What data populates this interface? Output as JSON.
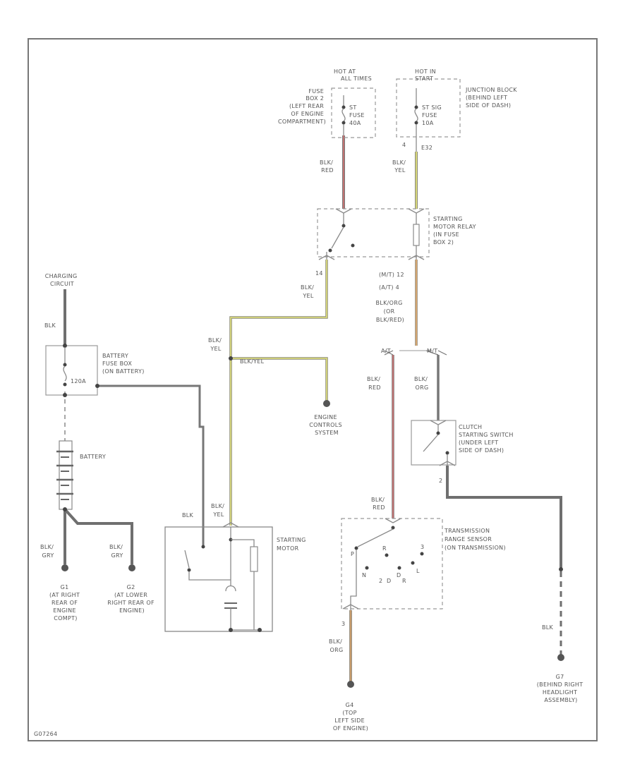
{
  "colors": {
    "wire_black": "#6f6f6f",
    "wire_red_stripe": "#e07070",
    "wire_yellow_stripe": "#e2e27a",
    "wire_orange_stripe": "#e8b070"
  },
  "labels": {
    "hot_at_all_times": [
      "HOT AT",
      "ALL TIMES"
    ],
    "fuse_box2": [
      "FUSE",
      "BOX 2",
      "(LEFT REAR",
      "OF ENGINE",
      "COMPARTMENT)"
    ],
    "fuse_st_40a": [
      "ST",
      "FUSE",
      "40A"
    ],
    "hot_in_start": [
      "HOT IN",
      "START"
    ],
    "junction_block": [
      "JUNCTION BLOCK",
      "(BEHIND LEFT",
      "SIDE OF DASH)"
    ],
    "fuse_st_sig_10a": [
      "ST SIG",
      "FUSE",
      "10A"
    ],
    "pin_4": "4",
    "pin_e32": "E32",
    "wire_blk_red_1": [
      "BLK/",
      "RED"
    ],
    "wire_blk_yel_1": [
      "BLK/",
      "YEL"
    ],
    "starting_motor_relay": [
      "STARTING",
      "MOTOR RELAY",
      "(IN FUSE",
      "BOX 2)"
    ],
    "pin_14": "14",
    "wire_blk_yel_2": [
      "BLK/",
      "YEL"
    ],
    "mt_at": [
      "(M/T) 12",
      "(A/T)  4"
    ],
    "wire_blk_org": [
      "BLK/ORG",
      "(OR",
      "BLK/RED)"
    ],
    "charging_circuit": [
      "CHARGING",
      "CIRCUIT"
    ],
    "wire_blk_1": "BLK",
    "battery_fuse_box": [
      "BATTERY",
      "FUSE BOX",
      "(ON BATTERY)"
    ],
    "fuse_120a": "120A",
    "wire_blk_yel_3": [
      "BLK/",
      "YEL"
    ],
    "wire_blk_yel_4": "BLK/YEL",
    "engine_controls": [
      "ENGINE",
      "CONTROLS",
      "SYSTEM"
    ],
    "at_label": "A/T",
    "mt_label": "M/T",
    "wire_blk_red_2": [
      "BLK/",
      "RED"
    ],
    "wire_blk_org_2": [
      "BLK/",
      "ORG"
    ],
    "clutch_switch": [
      "CLUTCH",
      "STARTING SWITCH",
      "(UNDER LEFT",
      "SIDE OF DASH)"
    ],
    "battery": "BATTERY",
    "pin_2": "2",
    "wire_blk_red_3": [
      "BLK/",
      "RED"
    ],
    "wire_blk_2": "BLK",
    "wire_blk_yel_5": [
      "BLK/",
      "YEL"
    ],
    "starting_motor": [
      "STARTING",
      "MOTOR"
    ],
    "transmission_range_sensor": [
      "TRANSMISSION",
      "RANGE SENSOR",
      "(ON TRANSMISSION)"
    ],
    "gear_letters": [
      "P",
      "R",
      "N",
      "D",
      "L",
      "3",
      "2",
      "D",
      "R"
    ],
    "wire_blk_gry_1": [
      "BLK/",
      "GRY"
    ],
    "wire_blk_gry_2": [
      "BLK/",
      "GRY"
    ],
    "ground_g1": [
      "G1",
      "(AT RIGHT",
      "REAR OF",
      "ENGINE",
      "COMPT)"
    ],
    "ground_g2": [
      "G2",
      "(AT LOWER",
      "RIGHT REAR OF",
      "ENGINE)"
    ],
    "pin_3": "3",
    "wire_blk_org_3": [
      "BLK/",
      "ORG"
    ],
    "wire_blk_3": "BLK",
    "ground_g4": [
      "G4",
      "(TOP",
      "LEFT SIDE",
      "OF ENGINE)"
    ],
    "ground_g7": [
      "G7",
      "(BEHIND RIGHT",
      "HEADLIGHT",
      "ASSEMBLY)"
    ],
    "figure_id": "G07264"
  }
}
